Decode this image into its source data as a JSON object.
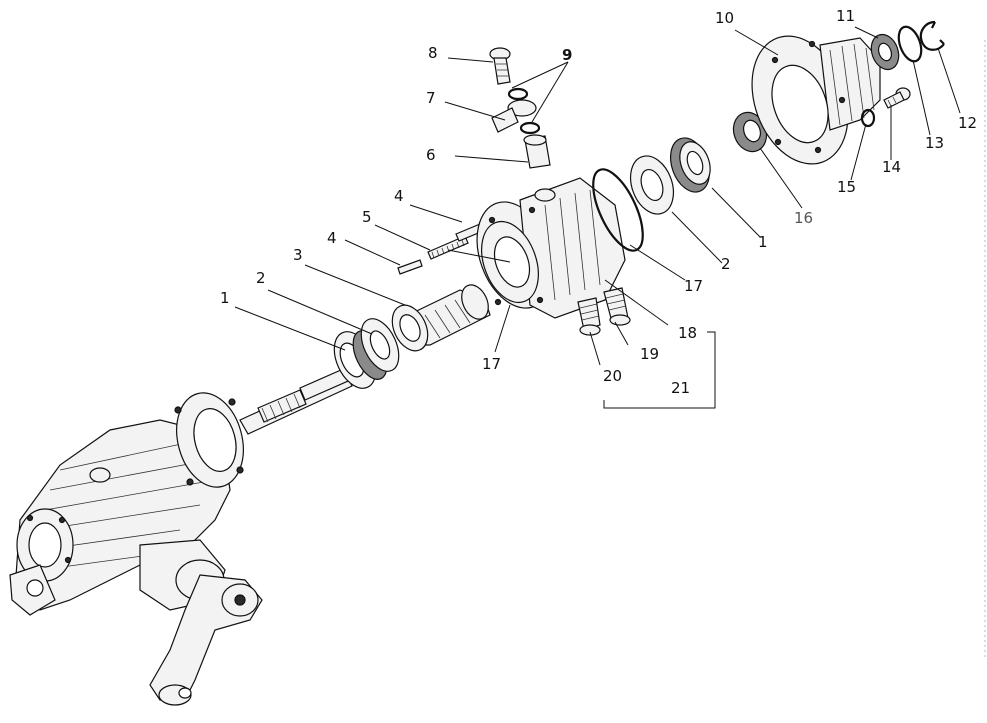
{
  "labels": {
    "n1": "1",
    "n2": "2",
    "n3": "3",
    "n4": "4",
    "n5": "5",
    "n6": "6",
    "n7": "7",
    "n8": "8",
    "n9": "9",
    "n10": "10",
    "n11": "11",
    "n12": "12",
    "n13": "13",
    "n14": "14",
    "n15": "15",
    "n16": "16",
    "n17": "17",
    "n18": "18",
    "n19": "19",
    "n20": "20",
    "n21": "21"
  },
  "colors": {
    "line": "#111111",
    "label_16": "#555555"
  }
}
